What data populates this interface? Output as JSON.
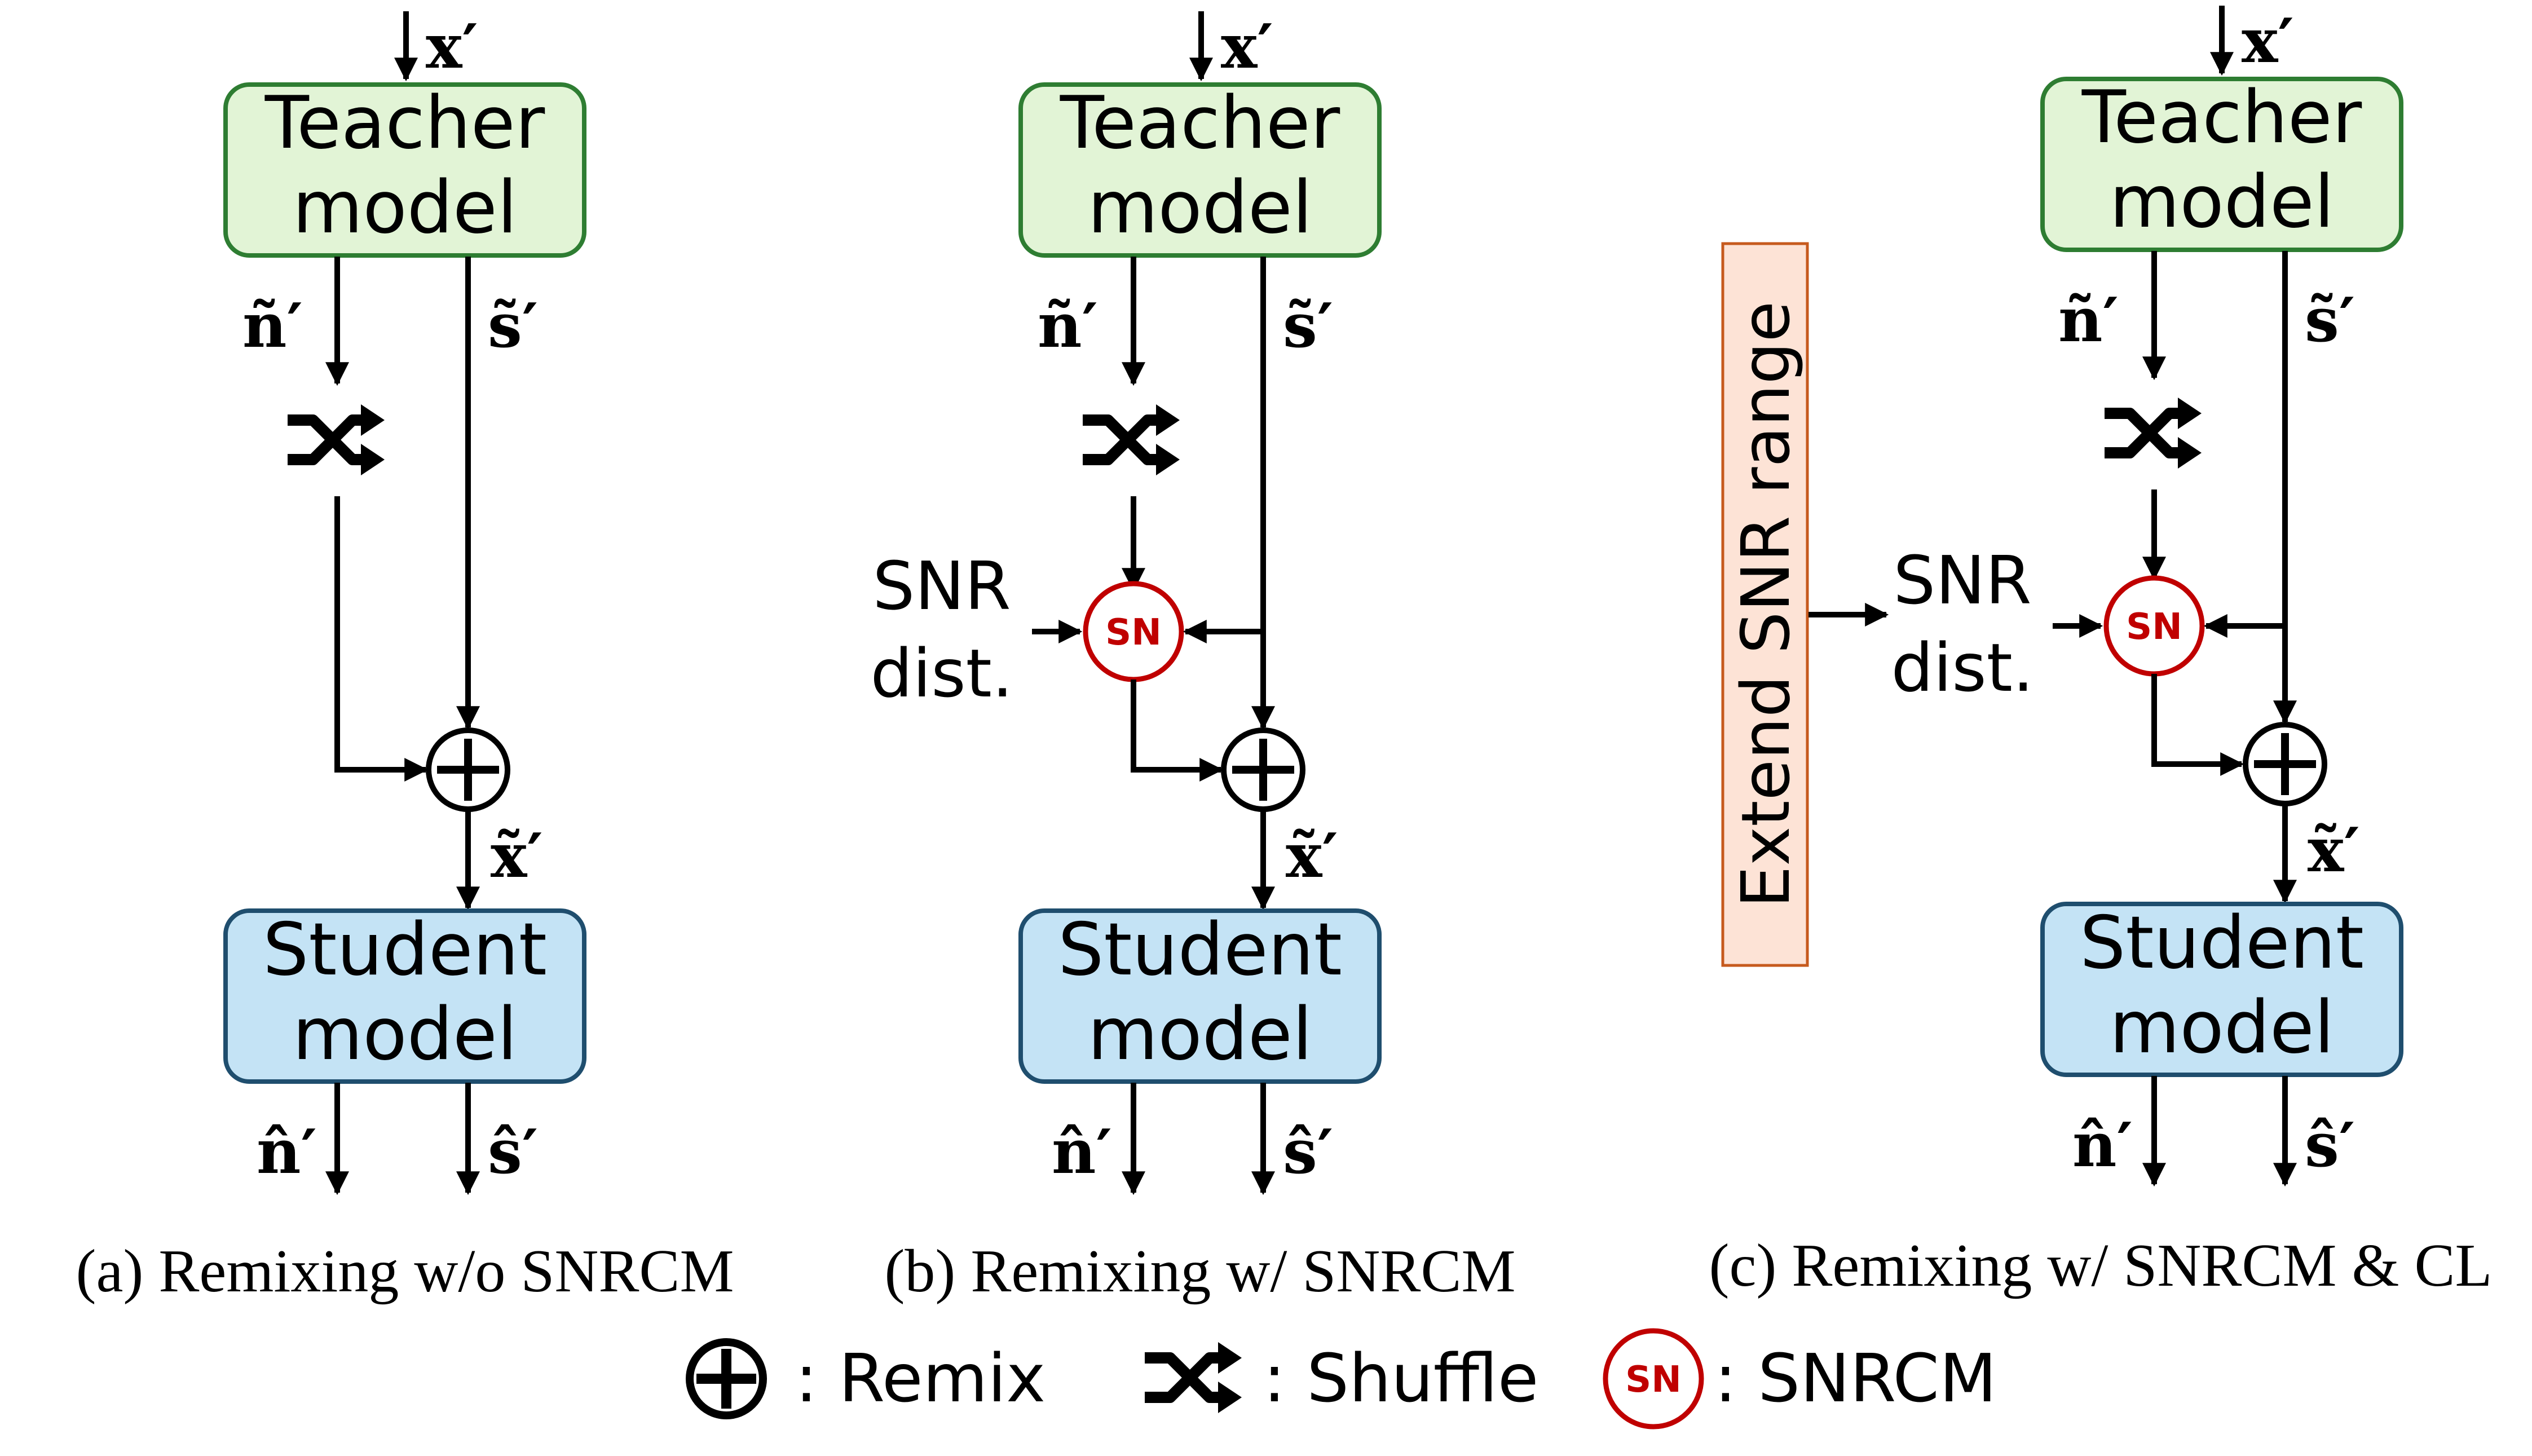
{
  "colors": {
    "teacher_fill": "#e2f4d6",
    "teacher_stroke": "#2e7d32",
    "student_fill": "#c4e3f5",
    "student_stroke": "#1f4e6e",
    "sn_red": "#c00000",
    "extend_fill": "#fde3d6",
    "extend_stroke": "#c65a1e"
  },
  "panels": [
    {
      "teacher_line1": "Teacher",
      "teacher_line2": "model",
      "student_line1": "Student",
      "student_line2": "model",
      "input": "x′",
      "noise": "ñ′",
      "speech": "s̃′",
      "remixed": "x̃′",
      "out_noise": "n̂′",
      "out_speech": "ŝ′",
      "caption": "(a) Remixing w/o SNRCM"
    },
    {
      "teacher_line1": "Teacher",
      "teacher_line2": "model",
      "student_line1": "Student",
      "student_line2": "model",
      "input": "x′",
      "noise": "ñ′",
      "speech": "s̃′",
      "remixed": "x̃′",
      "out_noise": "n̂′",
      "out_speech": "ŝ′",
      "snr_line1": "SNR",
      "snr_line2": "dist.",
      "sn_label": "SN",
      "caption": "(b) Remixing w/ SNRCM"
    },
    {
      "teacher_line1": "Teacher",
      "teacher_line2": "model",
      "student_line1": "Student",
      "student_line2": "model",
      "input": "x′",
      "noise": "ñ′",
      "speech": "s̃′",
      "remixed": "x̃′",
      "out_noise": "n̂′",
      "out_speech": "ŝ′",
      "snr_line1": "SNR",
      "snr_line2": "dist.",
      "sn_label": "SN",
      "extend_label": "Extend SNR range",
      "caption": "(c) Remixing w/ SNRCM & CL"
    }
  ],
  "legend": {
    "remix": ": Remix",
    "shuffle": ": Shuffle",
    "snrcm": ": SNRCM",
    "sn_label": "SN"
  }
}
